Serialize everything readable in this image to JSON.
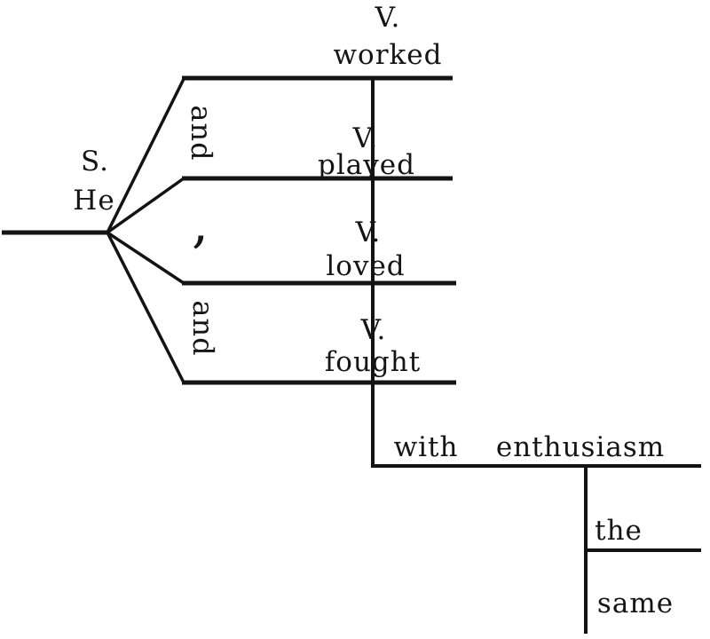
{
  "diagram": {
    "kind": "sentence-diagram",
    "subject": {
      "label": "S.",
      "word": "He"
    },
    "verbs": [
      {
        "label": "V.",
        "word": "worked"
      },
      {
        "label": "V.",
        "word": "played"
      },
      {
        "label": "V.",
        "word": "loved"
      },
      {
        "label": "V.",
        "word": "fought"
      }
    ],
    "connectors": {
      "first": "and",
      "second": ",",
      "third": "and"
    },
    "phrase": {
      "preposition": "with",
      "object": "enthusiasm",
      "modifier1": "the",
      "modifier2": "same"
    },
    "line_color": "#131313"
  }
}
